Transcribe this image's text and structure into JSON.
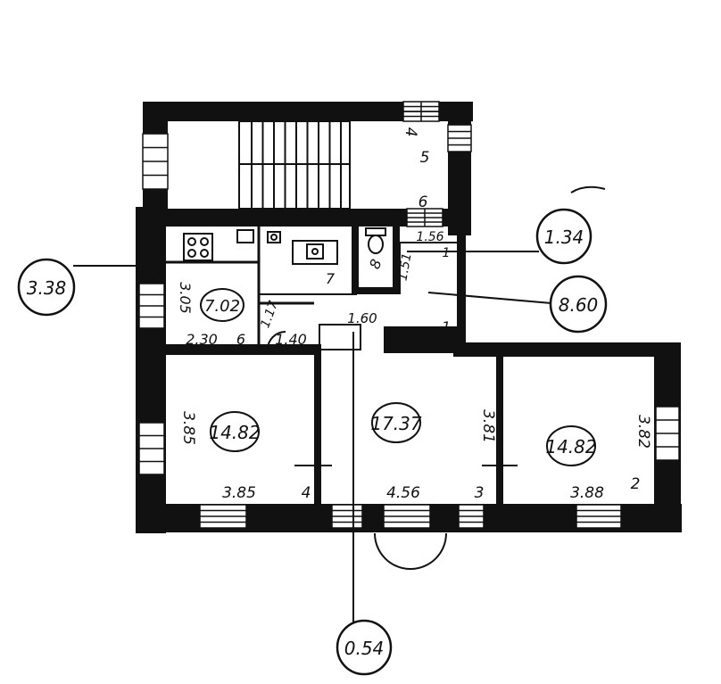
{
  "plan": {
    "rooms": [
      {
        "id": "living-room-2",
        "area": "14.82",
        "width": "3.88",
        "height": "3.82",
        "number": "2"
      },
      {
        "id": "living-room-3",
        "area": "17.37",
        "width": "4.56",
        "height": "3.81",
        "number": "3"
      },
      {
        "id": "living-room-4",
        "area": "14.82",
        "width": "3.85",
        "height": "3.85",
        "number": "4"
      },
      {
        "id": "kitchen-6",
        "area": "7.02",
        "width": "2.30",
        "height": "3.05",
        "number": "6"
      },
      {
        "id": "bath-7",
        "number": "7"
      },
      {
        "id": "toilet-8",
        "number": "8"
      },
      {
        "id": "corridor-1",
        "number": "1"
      },
      {
        "id": "corridor-1-side",
        "number": "1"
      },
      {
        "id": "stair-4",
        "number": "4"
      },
      {
        "id": "stair-5",
        "number": "5"
      },
      {
        "id": "stair-6",
        "number": "6"
      }
    ],
    "dimensions": {
      "corridor_width": "1.40",
      "hall_width": "1.60",
      "passage_width": "1.17",
      "entry_width": "1.56",
      "entry_height": "1.51"
    },
    "callouts": [
      {
        "id": "area-3-38",
        "value": "3.38"
      },
      {
        "id": "area-1-34",
        "value": "1.34"
      },
      {
        "id": "area-8-60",
        "value": "8.60"
      },
      {
        "id": "area-0-54",
        "value": "0.54"
      }
    ]
  }
}
